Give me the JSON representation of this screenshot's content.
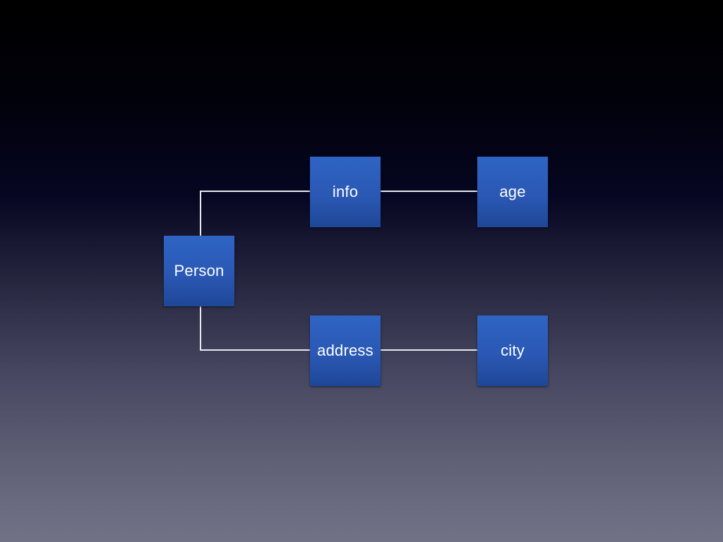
{
  "diagram": {
    "nodes": {
      "person": "Person",
      "info": "info",
      "age": "age",
      "address": "address",
      "city": "city"
    },
    "edges": [
      [
        "person",
        "info"
      ],
      [
        "info",
        "age"
      ],
      [
        "person",
        "address"
      ],
      [
        "address",
        "city"
      ]
    ],
    "colors": {
      "node_fill": "#2a58b4",
      "connector": "#e8e8ee",
      "label": "#ffffff"
    }
  }
}
